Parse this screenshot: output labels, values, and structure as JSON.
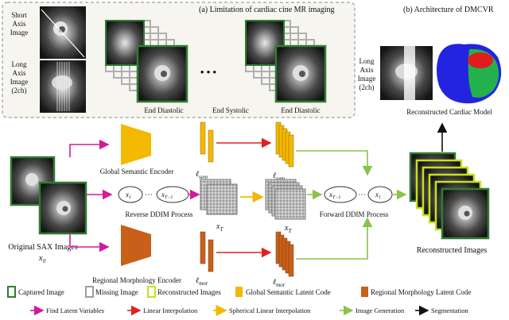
{
  "panel_a": {
    "title": "(a) Limitation of cardiac cine MR imaging"
  },
  "panel_b": {
    "title": "(b) Architecture of DMCVR"
  },
  "inset": {
    "short_axis": [
      "Short",
      "Axis",
      "Image"
    ],
    "long_axis": [
      "Long",
      "Axis",
      "Image",
      "(2ch)"
    ],
    "phases": [
      "End Diastolic",
      "End Systolic",
      "End Diastolic"
    ],
    "ellipsis": "• • •"
  },
  "right_top": {
    "long_axis": [
      "Long",
      "Axis",
      "Image",
      "(2ch)"
    ],
    "model_label": "Reconstructed Cardiac Model"
  },
  "pipeline": {
    "input_label": "Original SAX Images",
    "x0": "x",
    "x0_sub": "0",
    "global_encoder": "Global Semantic Encoder",
    "regional_encoder": "Regional Morphology Encoder",
    "reverse_label": "Reverse DDIM Process",
    "forward_label": "Forward DDIM Process",
    "reconstructed_label": "Reconstructed Images",
    "x1": "x",
    "x1_sub": "1",
    "xT1": "x",
    "xT1_sub": "T−1",
    "dots": "⋯",
    "xT": "x",
    "xT_sub": "T",
    "lsem": "ℓ",
    "lsem_sub": "sem",
    "lmor": "ℓ",
    "lmor_sub": "mor"
  },
  "legend": {
    "row1": [
      {
        "label": "Captured Image",
        "color": "#2e7d32"
      },
      {
        "label": "Missing Image",
        "color": "#9e9e9e"
      },
      {
        "label": "Reconstructed Images",
        "color": "#c6e11a"
      },
      {
        "label": "Global Semantic Latent Code",
        "color": "#f5b800"
      },
      {
        "label": "Regional Morphology Latent Code",
        "color": "#c8601a"
      }
    ],
    "row2": [
      {
        "label": "Find Latent Variables",
        "color": "#d6189a"
      },
      {
        "label": "Linear Interpolation",
        "color": "#e02020"
      },
      {
        "label": "Spherical Linear Interpolation",
        "color": "#f5b800"
      },
      {
        "label": "Image Generation",
        "color": "#8bc34a"
      },
      {
        "label": "Segmentation",
        "color": "#111111"
      }
    ]
  },
  "colors": {
    "captured": "#2e7d32",
    "missing": "#9e9e9e",
    "reconstructed": "#c6e11a",
    "global": "#f5b800",
    "regional": "#c8601a",
    "find": "#d6189a",
    "linear": "#e02020",
    "slerp": "#f5b800",
    "generation": "#8bc34a",
    "seg": "#111111"
  }
}
